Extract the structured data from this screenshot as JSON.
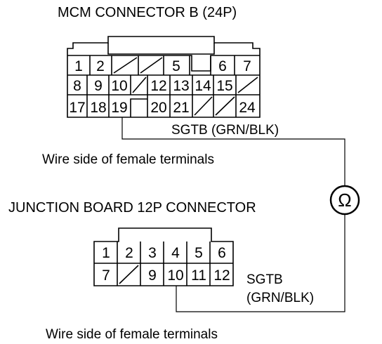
{
  "mcm": {
    "title": "MCM CONNECTOR B (24P)",
    "row1": [
      "1",
      "2",
      "",
      "",
      "5",
      "",
      "6",
      "7"
    ],
    "row2": [
      "8",
      "9",
      "10",
      "",
      "12",
      "13",
      "14",
      "15",
      ""
    ],
    "row3": [
      "17",
      "18",
      "19",
      "",
      "20",
      "21",
      "",
      "",
      "24"
    ],
    "wire_label": "SGTB (GRN/BLK)",
    "caption": "Wire side of female terminals"
  },
  "junction": {
    "title": "JUNCTION BOARD 12P CONNECTOR",
    "row1": [
      "1",
      "2",
      "3",
      "4",
      "5",
      "6"
    ],
    "row2": [
      "7",
      "",
      "9",
      "10",
      "11",
      "12"
    ],
    "wire_label_line1": "SGTB",
    "wire_label_line2": "(GRN/BLK)",
    "caption": "Wire side of female terminals"
  },
  "meter": {
    "symbol": "Ω"
  }
}
